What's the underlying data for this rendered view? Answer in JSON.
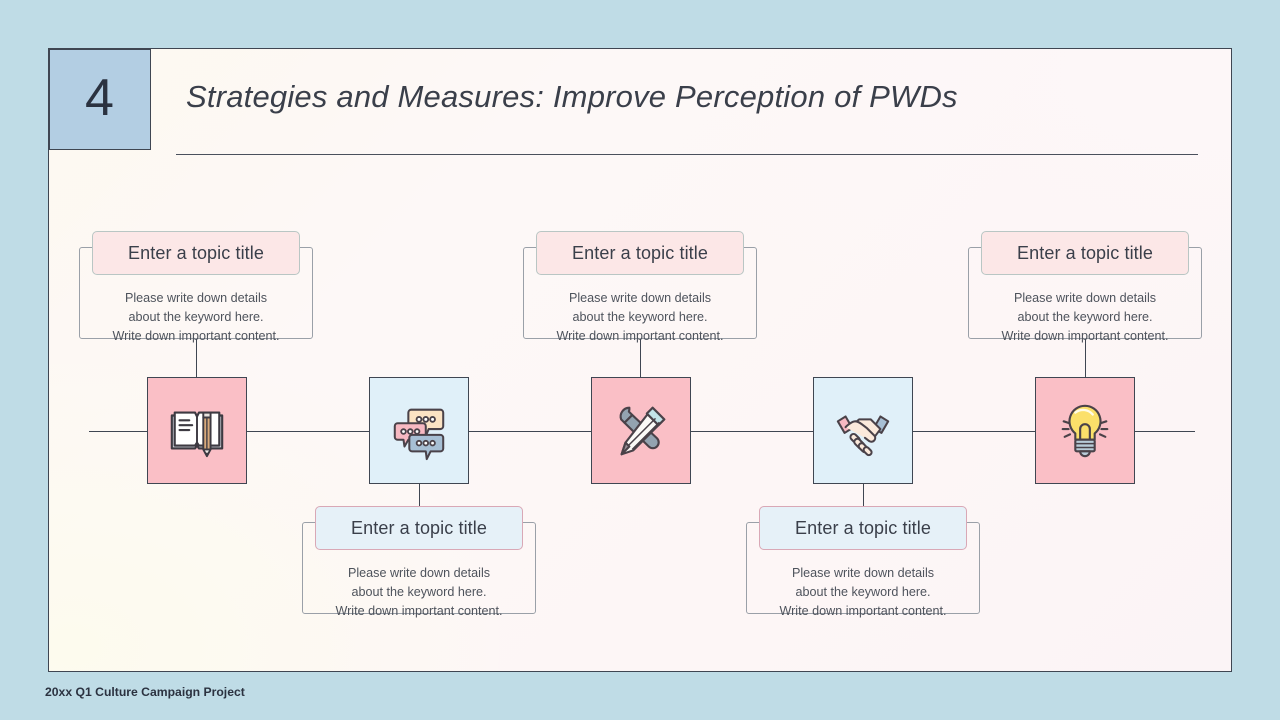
{
  "slide": {
    "number": "4",
    "title": "Strategies and Measures: Improve Perception of PWDs",
    "footer": "20xx Q1 Culture Campaign Project"
  },
  "colors": {
    "canvas_background": "#bfdce6",
    "slide_background": "#fdf8f3",
    "number_badge": "#b3cee3",
    "tile_pink": "#fabfc6",
    "tile_blue": "#e0f0f9",
    "title_pink": "#fce7e7",
    "title_blue": "#e6f1f8",
    "outline": "#3f4652"
  },
  "nodes": [
    {
      "position": "top",
      "icon": "open-book-with-pencil-icon",
      "tile_color": "pink",
      "title": "Enter a topic title",
      "body_line1": "Please write down details",
      "body_line2": "about the keyword here.",
      "body_line3": "Write down important content."
    },
    {
      "position": "bottom",
      "icon": "speech-bubbles-icon",
      "tile_color": "blue",
      "title": "Enter a topic title",
      "body_line1": "Please write down details",
      "body_line2": "about the keyword here.",
      "body_line3": "Write down important content."
    },
    {
      "position": "top",
      "icon": "wrench-and-pencil-icon",
      "tile_color": "pink",
      "title": "Enter a topic title",
      "body_line1": "Please write down details",
      "body_line2": "about the keyword here.",
      "body_line3": "Write down important content."
    },
    {
      "position": "bottom",
      "icon": "handshake-icon",
      "tile_color": "blue",
      "title": "Enter a topic title",
      "body_line1": "Please write down details",
      "body_line2": "about the keyword here.",
      "body_line3": "Write down important content."
    },
    {
      "position": "top",
      "icon": "lightbulb-icon",
      "tile_color": "pink",
      "title": "Enter a topic title",
      "body_line1": "Please write down details",
      "body_line2": "about the keyword here.",
      "body_line3": "Write down important content."
    }
  ]
}
